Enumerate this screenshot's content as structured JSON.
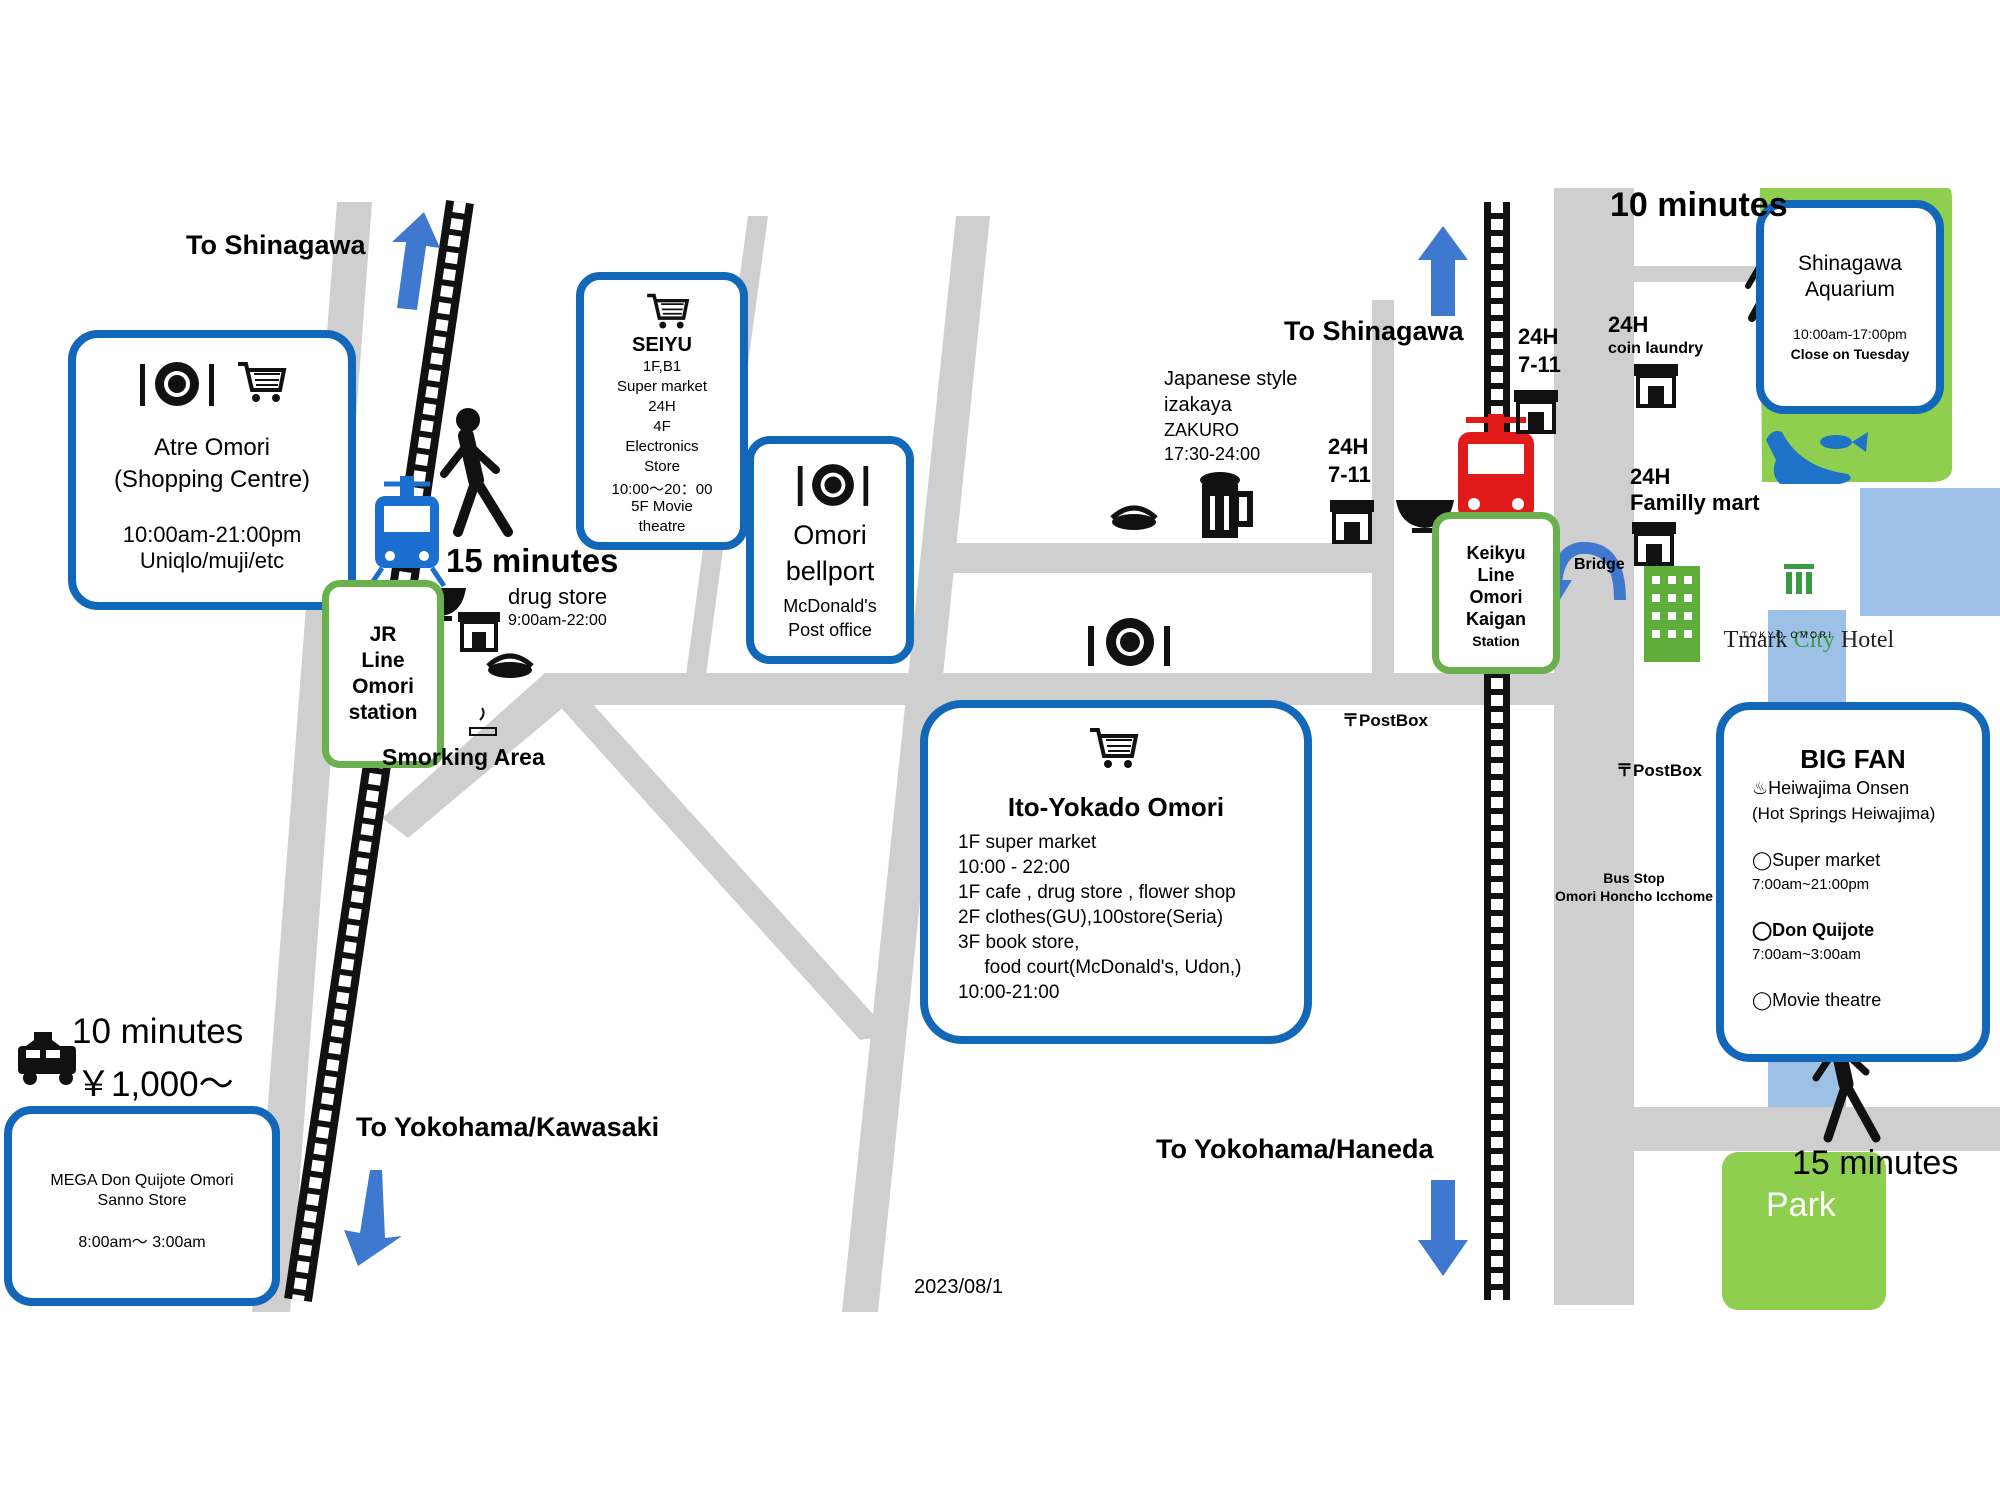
{
  "colors": {
    "box_border": "#1267b8",
    "road": "#cfcfcf",
    "station_border": "#6ab04c",
    "park": "#8fcf50",
    "water": "#9cc0e6",
    "keikyu_train": "#e11a1a",
    "jr_train": "#1a6fd0"
  },
  "directions": {
    "jr_north": "To Shinagawa",
    "jr_south": "To Yokohama/Kawasaki",
    "keikyu_north": "To Shinagawa",
    "keikyu_south": "To Yokohama/Haneda"
  },
  "walk_times": {
    "jr": "15 minutes",
    "aquarium": "10 minutes",
    "park": "15 minutes"
  },
  "taxi": {
    "time": "10 minutes",
    "fare": "￥1,000～"
  },
  "atre": {
    "name": "Atre Omori",
    "type": "(Shopping Centre)",
    "hours": "10:00am-21:00pm",
    "shops": "Uniqlo/muji/etc"
  },
  "jr_station": {
    "lines": [
      "JR",
      "Line",
      "Omori",
      "station"
    ]
  },
  "drug_store": {
    "name": "drug store",
    "hours": "9:00am-22:00"
  },
  "smoking_area": "Smorking Area",
  "seiyu": {
    "name": "SEIYU",
    "lines": [
      "1F,B1",
      "Super market",
      "24H",
      "4F",
      "Electronics",
      "Store",
      "10:00～20：00",
      "5F  Movie",
      "theatre"
    ]
  },
  "bellport": {
    "name_1": "Omori",
    "name_2": "bellport",
    "line_1": "McDonald's",
    "line_2": "Post office"
  },
  "ito_yokado": {
    "name": "Ito-Yokado Omori",
    "lines": [
      "1F super market",
      "10:00 - 22:00",
      "1F cafe , drug store , flower shop",
      "2F clothes(GU),100store(Seria)",
      "3F book store,",
      "     food court(McDonald's, Udon,)",
      "10:00-21:00"
    ]
  },
  "izakaya": {
    "lines": [
      "Japanese style",
      "izakaya",
      "ZAKURO",
      "17:30-24:00"
    ]
  },
  "seven_eleven_1": {
    "hours": "24H",
    "name": "7-11"
  },
  "seven_eleven_2": {
    "hours": "24H",
    "name": "7-11"
  },
  "keikyu_station": {
    "lines": [
      "Keikyu",
      "Line",
      "Omori",
      "Kaigan",
      "Station"
    ]
  },
  "coin_laundry": {
    "hours": "24H",
    "name": "coin laundry"
  },
  "family_mart": {
    "hours": "24H",
    "name": "Familly mart"
  },
  "bridge": "Bridge",
  "hotel": {
    "name_1": "Tmark ",
    "name_2": "City",
    "name_3": " Hotel",
    "sub": "T O K Y O   O M O R I"
  },
  "aquarium": {
    "name_1": "Shinagawa",
    "name_2": "Aquarium",
    "hours": "10:00am-17:00pm",
    "closed": "Close on Tuesday"
  },
  "postbox_1": "〒PostBox",
  "postbox_2": "〒PostBox",
  "bus_stop": {
    "line_1": "Bus Stop",
    "line_2": "Omori Honcho Icchome"
  },
  "big_fan": {
    "name": "BIG FAN",
    "onsen_1": "♨Heiwajima Onsen",
    "onsen_2": "(Hot Springs Heiwajima)",
    "super_label": "◯Super market",
    "super_hours": "7:00am~21:00pm",
    "donki_label": "◯Don Quijote",
    "donki_hours": "7:00am~3:00am",
    "movie_label": "◯Movie theatre"
  },
  "park": "Park",
  "mega_donki": {
    "line_1": "MEGA Don Quijote Omori",
    "line_2": "Sanno Store",
    "hours": "8:00am～ 3:00am"
  },
  "date": "2023/08/1"
}
